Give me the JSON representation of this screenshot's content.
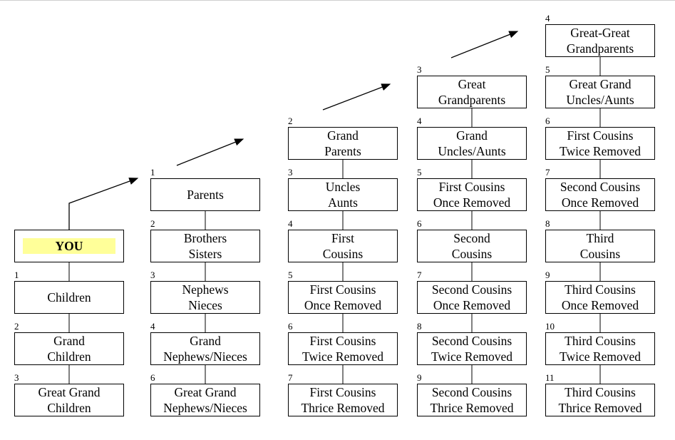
{
  "columns": [
    {
      "nodes": [
        {
          "label": "YOU",
          "degree": "",
          "is_you": true
        },
        {
          "label": "Children",
          "degree": "1"
        },
        {
          "label": "Grand\nChildren",
          "degree": "2"
        },
        {
          "label": "Great Grand\nChildren",
          "degree": "3"
        }
      ]
    },
    {
      "nodes": [
        {
          "label": "Parents",
          "degree": "1"
        },
        {
          "label": "Brothers\nSisters",
          "degree": "2"
        },
        {
          "label": "Nephews\nNieces",
          "degree": "3"
        },
        {
          "label": "Grand\nNephews/Nieces",
          "degree": "4"
        },
        {
          "label": "Great Grand\nNephews/Nieces",
          "degree": "6"
        }
      ]
    },
    {
      "nodes": [
        {
          "label": "Grand\nParents",
          "degree": "2"
        },
        {
          "label": "Uncles\nAunts",
          "degree": "3"
        },
        {
          "label": "First\nCousins",
          "degree": "4"
        },
        {
          "label": "First Cousins\nOnce Removed",
          "degree": "5"
        },
        {
          "label": "First Cousins\nTwice Removed",
          "degree": "6"
        },
        {
          "label": "First Cousins\nThrice Removed",
          "degree": "7"
        }
      ]
    },
    {
      "nodes": [
        {
          "label": "Great\nGrandparents",
          "degree": "3"
        },
        {
          "label": "Grand\nUncles/Aunts",
          "degree": "4"
        },
        {
          "label": "First Cousins\nOnce Removed",
          "degree": "5"
        },
        {
          "label": "Second\nCousins",
          "degree": "6"
        },
        {
          "label": "Second Cousins\nOnce Removed",
          "degree": "7"
        },
        {
          "label": "Second Cousins\nTwice Removed",
          "degree": "8"
        },
        {
          "label": "Second Cousins\nThrice Removed",
          "degree": "9"
        }
      ]
    },
    {
      "nodes": [
        {
          "label": "Great-Great\nGrandparents",
          "degree": "4"
        },
        {
          "label": "Great Grand\nUncles/Aunts",
          "degree": "5"
        },
        {
          "label": "First Cousins\nTwice Removed",
          "degree": "6"
        },
        {
          "label": "Second Cousins\nOnce Removed",
          "degree": "7"
        },
        {
          "label": "Third\nCousins",
          "degree": "8"
        },
        {
          "label": "Third Cousins\nOnce Removed",
          "degree": "9"
        },
        {
          "label": "Third Cousins\nTwice Removed",
          "degree": "10"
        },
        {
          "label": "Third Cousins\nThrice Removed",
          "degree": "11"
        }
      ]
    }
  ],
  "colors": {
    "you_highlight": "#ffff99",
    "line": "#000000"
  }
}
